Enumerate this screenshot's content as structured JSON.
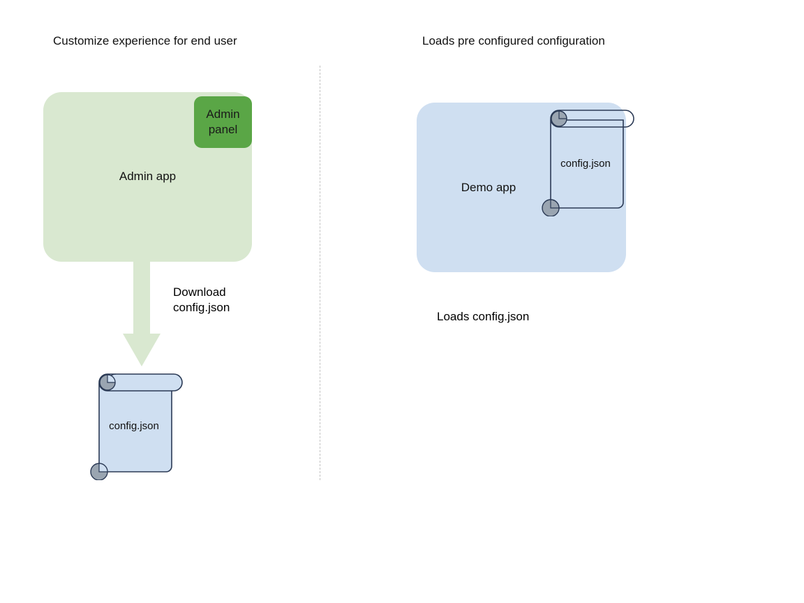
{
  "diagram": {
    "title_left": "Customize experience for end user",
    "title_right": "Loads pre configured configuration",
    "left_panel": {
      "app_box_label": "Admin app",
      "admin_panel_label": "Admin\npanel",
      "arrow_label": "Download\nconfig.json",
      "document_label": "config.json"
    },
    "right_panel": {
      "app_box_label": "Demo app",
      "document_label": "config.json",
      "caption": "Loads config.json"
    },
    "colors": {
      "admin_app_fill": "#d9e8d0",
      "admin_panel_fill": "#5aa646",
      "demo_app_fill": "#cfdff1",
      "document_fill": "#cfdff1",
      "document_stroke": "#2b3a55",
      "document_curl_fill": "#9aa5b1",
      "arrow_fill": "#d9e8d0",
      "divider_stroke": "#c2c2c2",
      "text": "#111111"
    }
  }
}
